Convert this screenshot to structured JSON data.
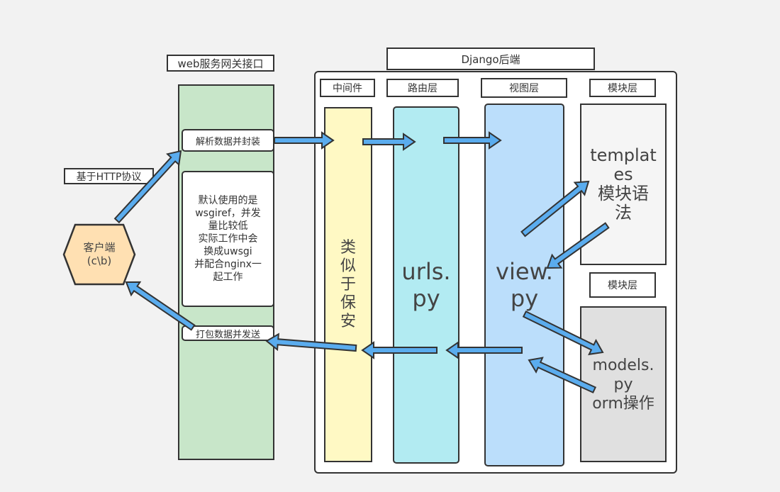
{
  "gateway": {
    "title": "web服务网关接口",
    "parse_box": "解析数据并封装",
    "note_lines": [
      "默认使用的是",
      "wsgiref，并发",
      "量比较低",
      "实际工作中会",
      "换成uwsgi",
      "并配合nginx一",
      "起工作"
    ],
    "pack_box": "打包数据并发送"
  },
  "client": {
    "name": "客户端",
    "sub": "(c\\b)",
    "protocol_label": "基于HTTP协议"
  },
  "django": {
    "title": "Django后端",
    "layers": {
      "middleware": {
        "header": "中间件",
        "body_chars": [
          "类",
          "似",
          "于",
          "保",
          "安"
        ]
      },
      "routing": {
        "header": "路由层",
        "body_lines": [
          "urls.",
          "py"
        ]
      },
      "views": {
        "header": "视图层",
        "body_lines": [
          "view.",
          "py"
        ]
      },
      "templates": {
        "header": "模块层",
        "body_lines": [
          "templat",
          "es",
          "模块语",
          "法"
        ]
      },
      "models": {
        "header": "模块层",
        "body_lines": [
          "models.",
          "py",
          "orm操作"
        ]
      }
    }
  },
  "colors": {
    "background": "#f2f2f2",
    "gateway": "#c8e6c9",
    "client": "#ffe0b2",
    "middleware": "#fff9c4",
    "routing": "#b2ebf2",
    "views": "#bbdefb",
    "templates": "#f5f5f5",
    "models": "#e0e0e0",
    "arrow": "#5aacee"
  }
}
